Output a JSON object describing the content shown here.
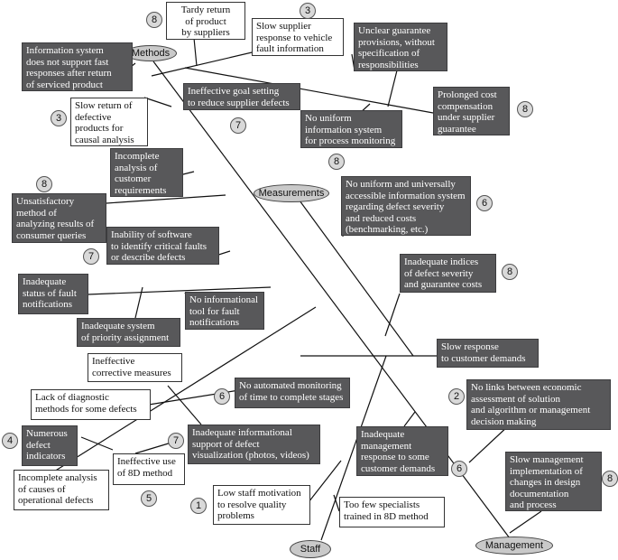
{
  "categories": {
    "methods": "Methods",
    "measurements": "Measurements",
    "staff": "Staff",
    "management": "Management"
  },
  "causes": [
    {
      "id": "c01",
      "text": "Tardy return\nof product\nby suppliers",
      "style": "light"
    },
    {
      "id": "c02",
      "text": "Slow supplier\nresponse to vehicle\nfault information",
      "style": "light"
    },
    {
      "id": "c03",
      "text": "Unclear guarantee\nprovisions, without\nspecification of\nresponsibilities",
      "style": "dark"
    },
    {
      "id": "c04",
      "text": "Information system\ndoes not support fast\nresponses after return\nof serviced product",
      "style": "dark"
    },
    {
      "id": "c05",
      "text": "Ineffective goal setting\nto reduce supplier defects",
      "style": "dark"
    },
    {
      "id": "c06",
      "text": "Prolonged cost\ncompensation\nunder supplier\nguarantee",
      "style": "dark"
    },
    {
      "id": "c07",
      "text": "Slow return of\ndefective\nproducts for\ncausal analysis",
      "style": "light"
    },
    {
      "id": "c08",
      "text": "No uniform\ninformation system\nfor process monitoring",
      "style": "dark"
    },
    {
      "id": "c09",
      "text": "Incomplete\nanalysis of\ncustomer\nrequirements",
      "style": "dark"
    },
    {
      "id": "c10",
      "text": "No uniform and universally\naccessible information system\nregarding defect severity\nand reduced costs\n(benchmarking, etc.)",
      "style": "dark"
    },
    {
      "id": "c11",
      "text": "Unsatisfactory\nmethod of\nanalyzing results of\nconsumer queries",
      "style": "dark"
    },
    {
      "id": "c12",
      "text": "Inability of software\nto identify critical faults\nor describe defects",
      "style": "dark"
    },
    {
      "id": "c13",
      "text": "Inadequate indices\nof defect severity\nand guarantee costs",
      "style": "dark"
    },
    {
      "id": "c14",
      "text": "Inadequate\nstatus of fault\nnotifications",
      "style": "dark"
    },
    {
      "id": "c15",
      "text": "No informational\ntool for fault\nnotifications",
      "style": "dark"
    },
    {
      "id": "c16",
      "text": "Inadequate system\nof priority assignment",
      "style": "dark"
    },
    {
      "id": "c17",
      "text": "Slow response\nto customer demands",
      "style": "dark"
    },
    {
      "id": "c18",
      "text": "Ineffective\ncorrective measures",
      "style": "light"
    },
    {
      "id": "c19",
      "text": "No automated monitoring\nof time to complete stages",
      "style": "dark"
    },
    {
      "id": "c20",
      "text": "No links between economic\nassessment of solution\nand algorithm or management\ndecision making",
      "style": "dark"
    },
    {
      "id": "c21",
      "text": "Lack of diagnostic\nmethods for some defects",
      "style": "light"
    },
    {
      "id": "c22",
      "text": "Numerous\ndefect\nindicators",
      "style": "dark"
    },
    {
      "id": "c23",
      "text": "Inadequate informational\nsupport of defect\nvisualization (photos, videos)",
      "style": "dark"
    },
    {
      "id": "c24",
      "text": "Inadequate\nmanagement\nresponse to some\ncustomer demands",
      "style": "dark"
    },
    {
      "id": "c25",
      "text": "Ineffective use\nof 8D method",
      "style": "light"
    },
    {
      "id": "c26",
      "text": "Incomplete analysis\nof causes of\noperational defects",
      "style": "light"
    },
    {
      "id": "c27",
      "text": "Slow management\nimplementation of\nchanges in design\ndocumentation\nand process",
      "style": "dark"
    },
    {
      "id": "c28",
      "text": "Low staff motivation\nto resolve quality\nproblems",
      "style": "light"
    },
    {
      "id": "c29",
      "text": "Too few specialists\ntrained in 8D method",
      "style": "light"
    }
  ],
  "scores": [
    {
      "id": "s01",
      "value": "8"
    },
    {
      "id": "s02",
      "value": "3"
    },
    {
      "id": "s03",
      "value": "3"
    },
    {
      "id": "s04",
      "value": "7"
    },
    {
      "id": "s05",
      "value": "8"
    },
    {
      "id": "s06",
      "value": "8"
    },
    {
      "id": "s07",
      "value": "8"
    },
    {
      "id": "s08",
      "value": "6"
    },
    {
      "id": "s09",
      "value": "7"
    },
    {
      "id": "s10",
      "value": "8"
    },
    {
      "id": "s11",
      "value": "6"
    },
    {
      "id": "s12",
      "value": "2"
    },
    {
      "id": "s13",
      "value": "4"
    },
    {
      "id": "s14",
      "value": "7"
    },
    {
      "id": "s15",
      "value": "6"
    },
    {
      "id": "s16",
      "value": "5"
    },
    {
      "id": "s17",
      "value": "1"
    },
    {
      "id": "s18",
      "value": "8"
    }
  ]
}
